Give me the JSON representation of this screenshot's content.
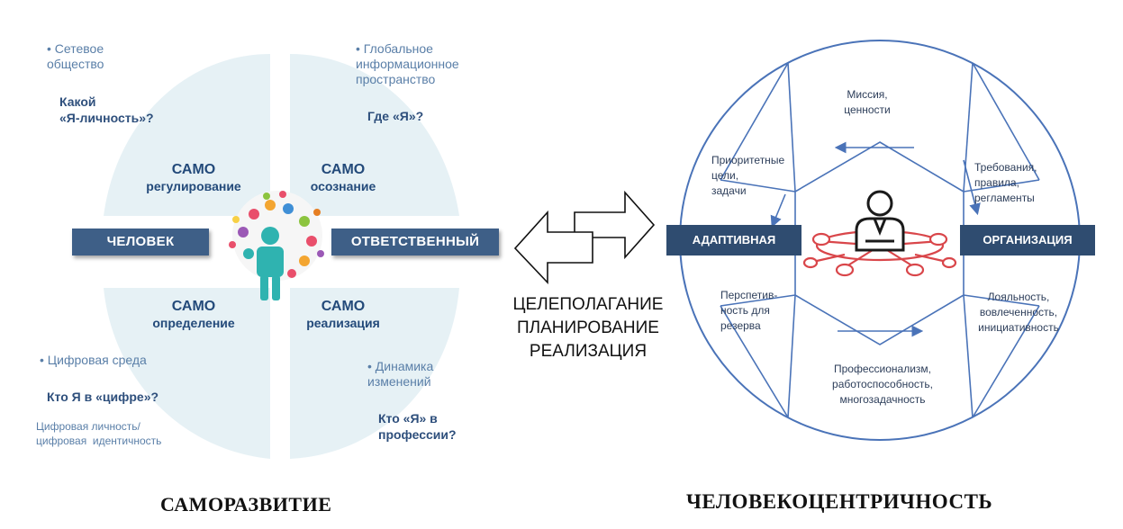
{
  "left": {
    "quadrants": {
      "top_left": {
        "bullet": "Сетевое\nобщество",
        "question": "Какой\n«Я-личность»?"
      },
      "top_right": {
        "bullet": "Глобальное\nинформационное\nпространство",
        "question": "Где «Я»?"
      },
      "bottom_left": {
        "bullet": "Цифровая среда",
        "question": "Кто Я в «цифре»?",
        "note": "Цифровая личность/\nцифровая  идентичность"
      },
      "bottom_right": {
        "bullet": "Динамика\nизменений",
        "question": "Кто «Я» в\nпрофессии?"
      }
    },
    "samo": [
      {
        "title": "САМО",
        "sub": "регулирование"
      },
      {
        "title": "САМО",
        "sub": "осознание"
      },
      {
        "title": "САМО",
        "sub": "определение"
      },
      {
        "title": "САМО",
        "sub": "реализация"
      }
    ],
    "banner_left": "ЧЕЛОВЕК",
    "banner_right": "ОТВЕТСТВЕННЫЙ",
    "caption": "САМОРАЗВИТИЕ"
  },
  "middle": {
    "lines": [
      "ЦЕЛЕПОЛАГАНИЕ",
      "ПЛАНИРОВАНИЕ",
      "РЕАЛИЗАЦИЯ"
    ]
  },
  "right": {
    "segments": {
      "top": "Миссия,\nценности",
      "top_left": "Приоритетные\nцели,\nзадачи",
      "top_right": "Требования,\nправила,\nрегламенты",
      "bottom_left": "Перспетив-\nность для\nрезерва",
      "bottom_right": "Лояльность,\nвовлеченность,\nинициативность",
      "bottom": "Профессионализм,\nработоспособность,\nмногозадачность"
    },
    "banner_left": "АДАПТИВНАЯ",
    "banner_right": "ОРГАНИЗАЦИЯ",
    "caption": "ЧЕЛОВЕКОЦЕНТРИЧНОСТЬ"
  },
  "colors": {
    "banner": "#3e5f87",
    "wheel_line": "#4a73b8",
    "hub": "#d9464a",
    "person": "#2fb3b0"
  }
}
